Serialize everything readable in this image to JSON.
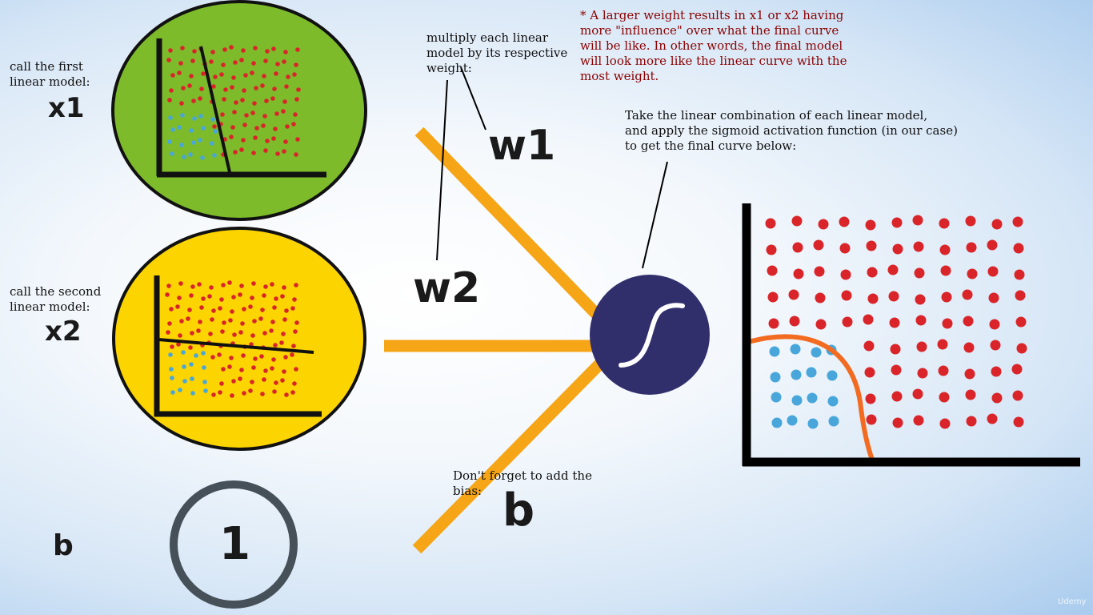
{
  "labels": {
    "first_model_caption": "call the first\nlinear model:",
    "x1": "x1",
    "second_model_caption": "call the second\nlinear model:",
    "x2": "x2",
    "bias_symbol": "b",
    "bias_node_value": "1",
    "multiply_note": "multiply each linear\nmodel by its respective\nweight:",
    "w1": "w1",
    "w2": "w2",
    "bias_note": "Don't forget to add the\nbias:",
    "bias_edge_symbol": "b",
    "weight_note": "* A larger weight results in x1 or x2 having\nmore \"influence\" over what the final curve\nwill be like. In other words, the final model\nwill look more like the linear curve with the\nmost weight.",
    "combination_note": "Take the linear combination of each linear model,\nand apply the sigmoid activation function (in our case)\nto get the final curve below:",
    "watermark": "Udemy"
  },
  "colors": {
    "circle_x1_fill": "#7dbb2b",
    "circle_x2_fill": "#fcd400",
    "edge_orange": "#f6a516",
    "sigmoid_node": "#302f6c",
    "red_point": "#d9252a",
    "blue_point": "#48a6db",
    "boundary_orange": "#f26b20",
    "weight_note_color": "#8b0000",
    "bias_ring": "#455059"
  }
}
